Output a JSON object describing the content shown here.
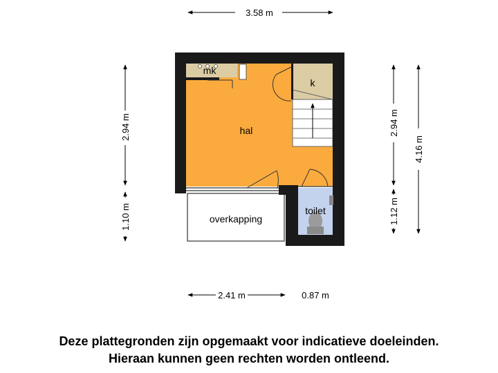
{
  "dimensions": {
    "top_width": "3.58 m",
    "left_upper": "2.94 m",
    "left_lower": "1.10 m",
    "right_upper": "2.94 m",
    "right_lower": "1.12 m",
    "right_total": "4.16 m",
    "bottom_left": "2.41 m",
    "bottom_right": "0.87 m"
  },
  "rooms": {
    "meterkast": "mk",
    "kast": "k",
    "hal": "hal",
    "toilet": "toilet",
    "overkapping": "overkapping"
  },
  "colors": {
    "hal": "#fbab3e",
    "storage": "#dccca4",
    "toilet": "#c3d3ed",
    "wall": "#1a1a1a"
  },
  "disclaimer": {
    "line1": "Deze plattegronden zijn opgemaakt voor indicatieve doeleinden.",
    "line2": "Hieraan kunnen geen rechten worden ontleend."
  }
}
